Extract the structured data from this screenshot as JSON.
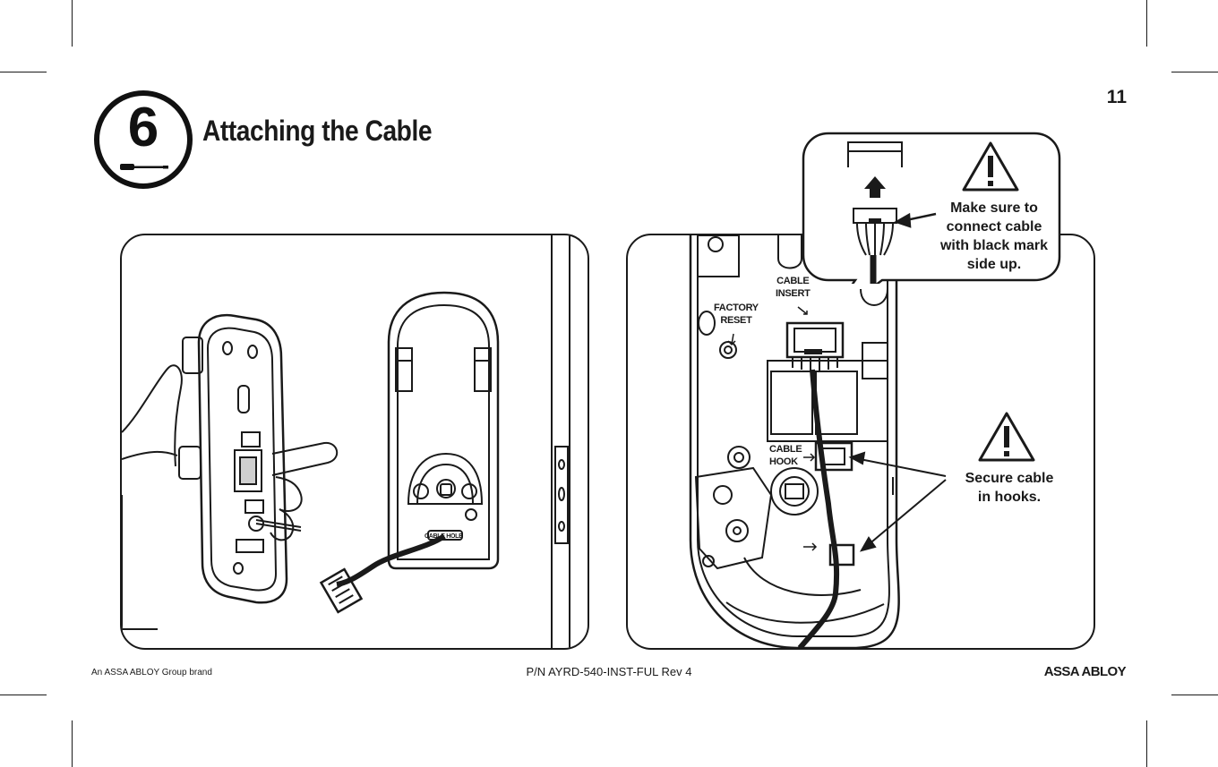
{
  "page": {
    "step_number": "6",
    "title": "Attaching the Cable",
    "page_number": "11"
  },
  "callouts": {
    "black_mark": [
      "Make sure to",
      "connect cable",
      "with black mark",
      "side up."
    ],
    "hooks": [
      "Secure cable",
      "in hooks."
    ]
  },
  "diagram_labels": {
    "factory_reset": [
      "FACTORY",
      "RESET"
    ],
    "cable_insert": [
      "CABLE",
      "INSERT"
    ],
    "cable_hook": [
      "CABLE",
      "HOOK"
    ],
    "cable_hole": "CABLE HOLE"
  },
  "icons": {
    "step_tool": "screwdriver-icon",
    "warning": "warning-triangle-icon",
    "direction": "up-arrow-icon"
  },
  "footer": {
    "brand_note": "An ASSA ABLOY Group brand",
    "part_number": "P/N AYRD-540-INST-FUL Rev 4",
    "logo_text": "ASSA ABLOY"
  }
}
